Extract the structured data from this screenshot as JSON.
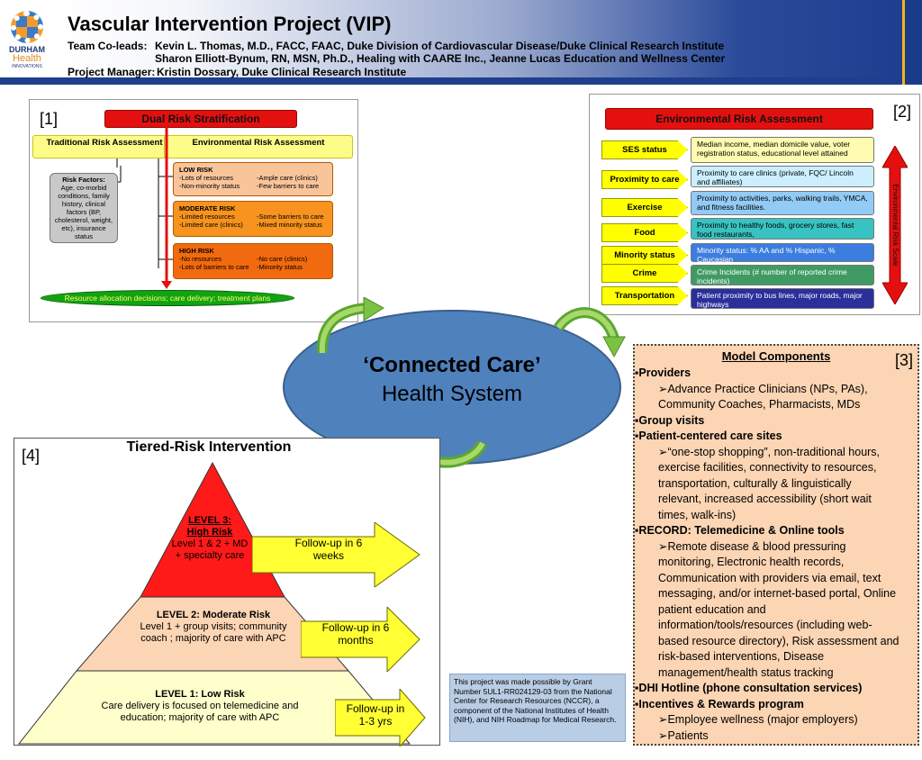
{
  "header": {
    "logo": {
      "line1": "DURHAM",
      "line2": "Health",
      "line3": "INNOVATIONS"
    },
    "title": "Vascular Intervention Project (VIP)",
    "coleads_label": "Team Co-leads:",
    "colead1": "Kevin L. Thomas, M.D., FACC, FAAC, Duke Division of Cardiovascular Disease/Duke Clinical Research Institute",
    "colead2": "Sharon Elliott-Bynum, RN, MSN, Ph.D., Healing with CAARE Inc., Jeanne Lucas Education and Wellness Center",
    "pm_label": "Project Manager:",
    "pm": "Kristin Dossary, Duke Clinical Research Institute"
  },
  "panel1": {
    "tag": "[1]",
    "title": "Dual Risk Stratification",
    "trad_label": "Traditional Risk Assessment",
    "env_label": "Environmental Risk Assessment",
    "risk_factors_head": "Risk Factors:",
    "risk_factors_body": "Age, co-morbid conditions, family history, clinical factors (BP, cholesterol, weight, etc), insurance status",
    "low": {
      "head": "LOW RISK",
      "a1": "-Lots of resources",
      "b1": "-Ample care (clinics)",
      "a2": "-Non-minority status",
      "b2": "-Few barriers to care"
    },
    "mod": {
      "head": "MODERATE RISK",
      "a1": "-Limited resources",
      "b1": "-Some barriers to care",
      "a2": "-Limited care (clinics)",
      "b2": "-Mixed minority status"
    },
    "high": {
      "head": "HIGH RISK",
      "a1": "-No resources",
      "b1": "-No care (clinics)",
      "a2": "-Lots of barriers to care",
      "b2": "-Minority status"
    },
    "footer": "Resource allocation decisions; care delivery; treatment plans"
  },
  "panel2": {
    "tag": "[2]",
    "title": "Environmental Risk Assessment",
    "side_label": "Environmental Risk Scale",
    "rows": [
      {
        "label": "SES status",
        "desc": "Median income, median domicile value, voter registration status, educational level attained",
        "color": "#fffbb0"
      },
      {
        "label": "Proximity to care",
        "desc": "Proximity to care clinics (private, FQC/ Lincoln and affiliates)",
        "color": "#cbefff"
      },
      {
        "label": "Exercise",
        "desc": "Proximity to activities, parks, walking trails, YMCA, and fitness facilities.",
        "color": "#92cbf5"
      },
      {
        "label": "Food",
        "desc": "Proximity to healthy foods, grocery stores, fast food restaurants,",
        "color": "#39c2c2"
      },
      {
        "label": "Minority status",
        "desc": "Minority status: % AA and % Hispanic, % Caucasian",
        "color": "#3c7de0"
      },
      {
        "label": "Crime",
        "desc": "Crime Incidents (# number of reported crime incidents)",
        "color": "#3f9b63"
      },
      {
        "label": "Transportation",
        "desc": "Patient proximity to bus lines, major roads, major highways",
        "color": "#2a2f9a"
      }
    ]
  },
  "center": {
    "title": "‘Connected Care’",
    "subtitle": "Health System"
  },
  "panel3": {
    "tag": "[3]",
    "title": "Model Components",
    "providers": "▪Providers",
    "providers_sub1": "➢Advance Practice Clinicians (NPs, PAs),",
    "providers_sub2": "Community Coaches, Pharmacists, MDs",
    "group": "▪Group visits",
    "sites": "▪Patient-centered care sites",
    "sites_sub1": "➢“one-stop shopping”, non-traditional hours,",
    "sites_sub2": "exercise facilities, connectivity to resources,",
    "sites_sub3": "transportation, culturally & linguistically",
    "sites_sub4": "relevant, increased accessibility (short wait",
    "sites_sub5": "times, walk-ins)",
    "record": "▪RECORD: Telemedicine & Online tools",
    "record_lines": [
      "➢Remote disease & blood pressuring",
      "monitoring, Electronic health records,",
      "Communication with providers via email, text",
      "messaging, and/or internet-based portal, Online",
      "patient education and",
      "information/tools/resources (including web-",
      "based resource directory), Risk assessment and",
      "risk-based interventions, Disease",
      "management/health status tracking"
    ],
    "hotline": "▪DHI Hotline (phone consultation services)",
    "incentives": "▪Incentives & Rewards program",
    "inc_sub1": "➢Employee wellness (major employers)",
    "inc_sub2": "➢Patients"
  },
  "panel4": {
    "tag": "[4]",
    "title": "Tiered-Risk Intervention",
    "level3_head": "LEVEL 3:",
    "level3_head2": "High Risk",
    "level3_body": "Level 1 & 2 + MD + specialty care",
    "level2_head": "LEVEL 2: Moderate Risk",
    "level2_body": "Level 1 + group visits; community coach ; majority of care with APC",
    "level1_head": "LEVEL 1: Low Risk",
    "level1_body": "Care delivery is focused on telemedicine and education; majority of care with APC",
    "fu3": "Follow-up in 6 weeks",
    "fu2": "Follow-up in 6 months",
    "fu1": "Follow-up in 1-3 yrs"
  },
  "funding": "This project was made possible by Grant Number 5UL1-RR024129-03 from the National Center for Research Resources (NCCR), a component of the National Institutes of Health (NIH), and NIH Roadmap for Medical Research."
}
